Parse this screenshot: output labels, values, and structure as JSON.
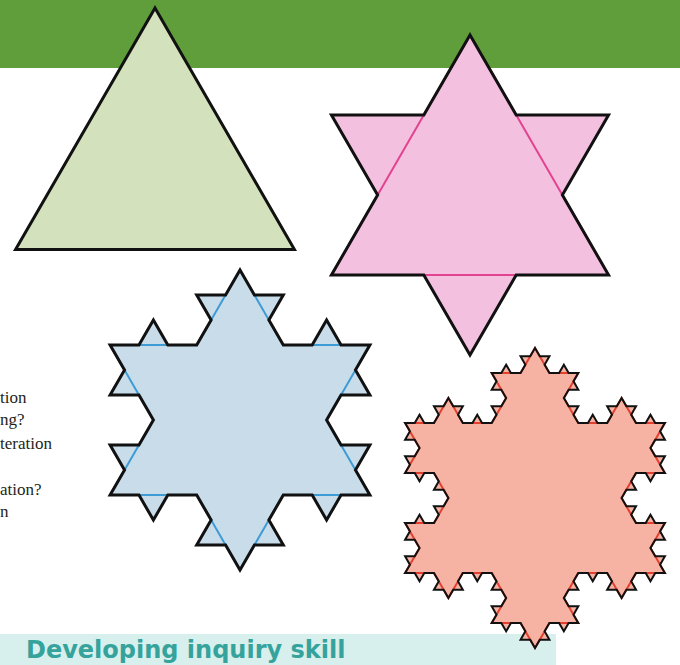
{
  "diagram": {
    "labels": [
      "tion",
      "ng?",
      "teration",
      "ation?",
      "n",
      "Developing inquiry skill"
    ]
  }
}
